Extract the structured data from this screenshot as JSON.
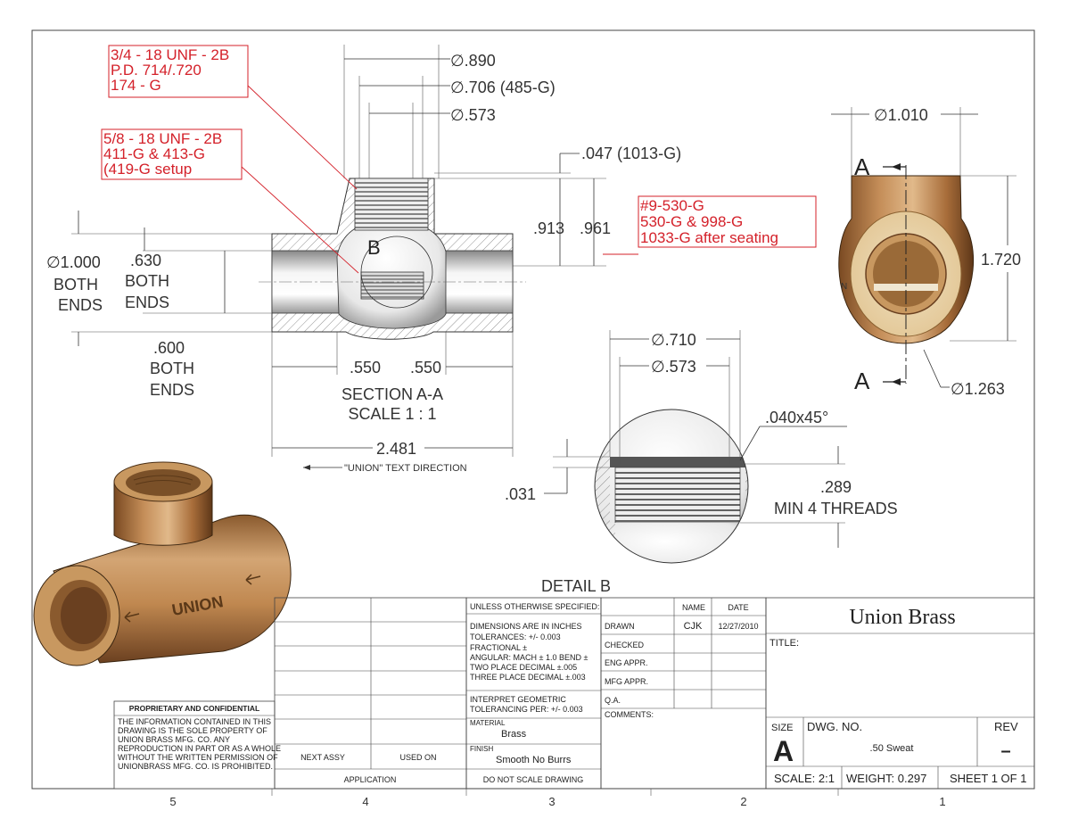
{
  "view_section": {
    "dia_890": "∅.890",
    "dia_706": "∅.706 (485-G)",
    "dia_573": "∅.573",
    "dim_047": ".047  (1013-G)",
    "dim_913": ".913",
    "dim_961": ".961",
    "dia_1000": "∅1.000",
    "both_ends_1a": "BOTH",
    "both_ends_1b": "ENDS",
    "dim_630": ".630",
    "both_ends_2a": "BOTH",
    "both_ends_2b": "ENDS",
    "dim_600": ".600",
    "both_ends_3a": "BOTH",
    "both_ends_3b": "ENDS",
    "dim_550a": ".550",
    "dim_550b": ".550",
    "dim_2481": "2.481",
    "section_title": "SECTION A-A",
    "section_scale": "SCALE 1 : 1",
    "text_direction": "\"UNION\" TEXT DIRECTION",
    "detail_label": "B"
  },
  "callouts": {
    "c1": [
      "3/4 - 18 UNF - 2B",
      "P.D. 714/.720",
      "174 - G"
    ],
    "c2": [
      "5/8 - 18 UNF - 2B",
      "411-G & 413-G",
      "(419-G  setup"
    ],
    "c3": [
      "#9-530-G",
      "530-G & 998-G",
      "1033-G after seating"
    ]
  },
  "view_end": {
    "dia_1010": "∅1.010",
    "dim_1720": "1.720",
    "dia_1263": "∅1.263",
    "section_a_top": "A",
    "section_a_bottom": "A",
    "letter_n": "N"
  },
  "view_detail": {
    "dia_710": "∅.710",
    "dia_573": "∅.573",
    "chamfer": ".040x45°",
    "dim_031": ".031",
    "dim_289": ".289",
    "min_threads": "MIN 4 THREADS",
    "title": "DETAIL B"
  },
  "iso_view": {
    "union_text": "UNION"
  },
  "title_block": {
    "proprietary_title": "PROPRIETARY AND CONFIDENTIAL",
    "proprietary_body": [
      "THE INFORMATION CONTAINED IN THIS",
      "DRAWING IS THE SOLE PROPERTY OF",
      "UNION BRASS MFG. CO.   ANY",
      "REPRODUCTION IN PART OR AS A WHOLE",
      "WITHOUT THE WRITTEN PERMISSION OF",
      "UNIONBRASS MFG. CO.   IS PROHIBITED."
    ],
    "next_assy": "NEXT ASSY",
    "used_on": "USED ON",
    "application": "APPLICATION",
    "unless": "UNLESS OTHERWISE SPECIFIED:",
    "dims_lines": [
      "DIMENSIONS ARE IN INCHES",
      "TOLERANCES: +/- 0.003",
      "FRACTIONAL ±",
      "ANGULAR: MACH ± 1.0   BEND ±",
      "TWO PLACE DECIMAL    ±.005",
      "THREE PLACE DECIMAL  ±.003"
    ],
    "interpret": [
      "INTERPRET GEOMETRIC",
      "TOLERANCING PER:  +/- 0.003"
    ],
    "material_label": "MATERIAL",
    "material_value": "Brass",
    "finish_label": "FINISH",
    "finish_value": "Smooth No Burrs",
    "do_not_scale": "DO NOT SCALE DRAWING",
    "col_name": "NAME",
    "col_date": "DATE",
    "drawn": "DRAWN",
    "drawn_name": "CJK",
    "drawn_date": "12/27/2010",
    "checked": "CHECKED",
    "eng_appr": "ENG APPR.",
    "mfg_appr": "MFG APPR.",
    "qa": "Q.A.",
    "comments": "COMMENTS:",
    "company": "Union Brass",
    "title_label": "TITLE:",
    "size_label": "SIZE",
    "size_value": "A",
    "dwg_no_label": "DWG.  NO.",
    "dwg_no_value": ".50 Sweat",
    "rev_label": "REV",
    "rev_value": "–",
    "scale": "SCALE: 2:1",
    "weight": "WEIGHT: 0.297",
    "sheet": "SHEET 1 OF 1"
  },
  "zones": [
    "5",
    "4",
    "3",
    "2",
    "1"
  ],
  "colors": {
    "callout_red": "#d4212a",
    "brass": "#b07a45",
    "brass_light": "#e9d6b2"
  }
}
